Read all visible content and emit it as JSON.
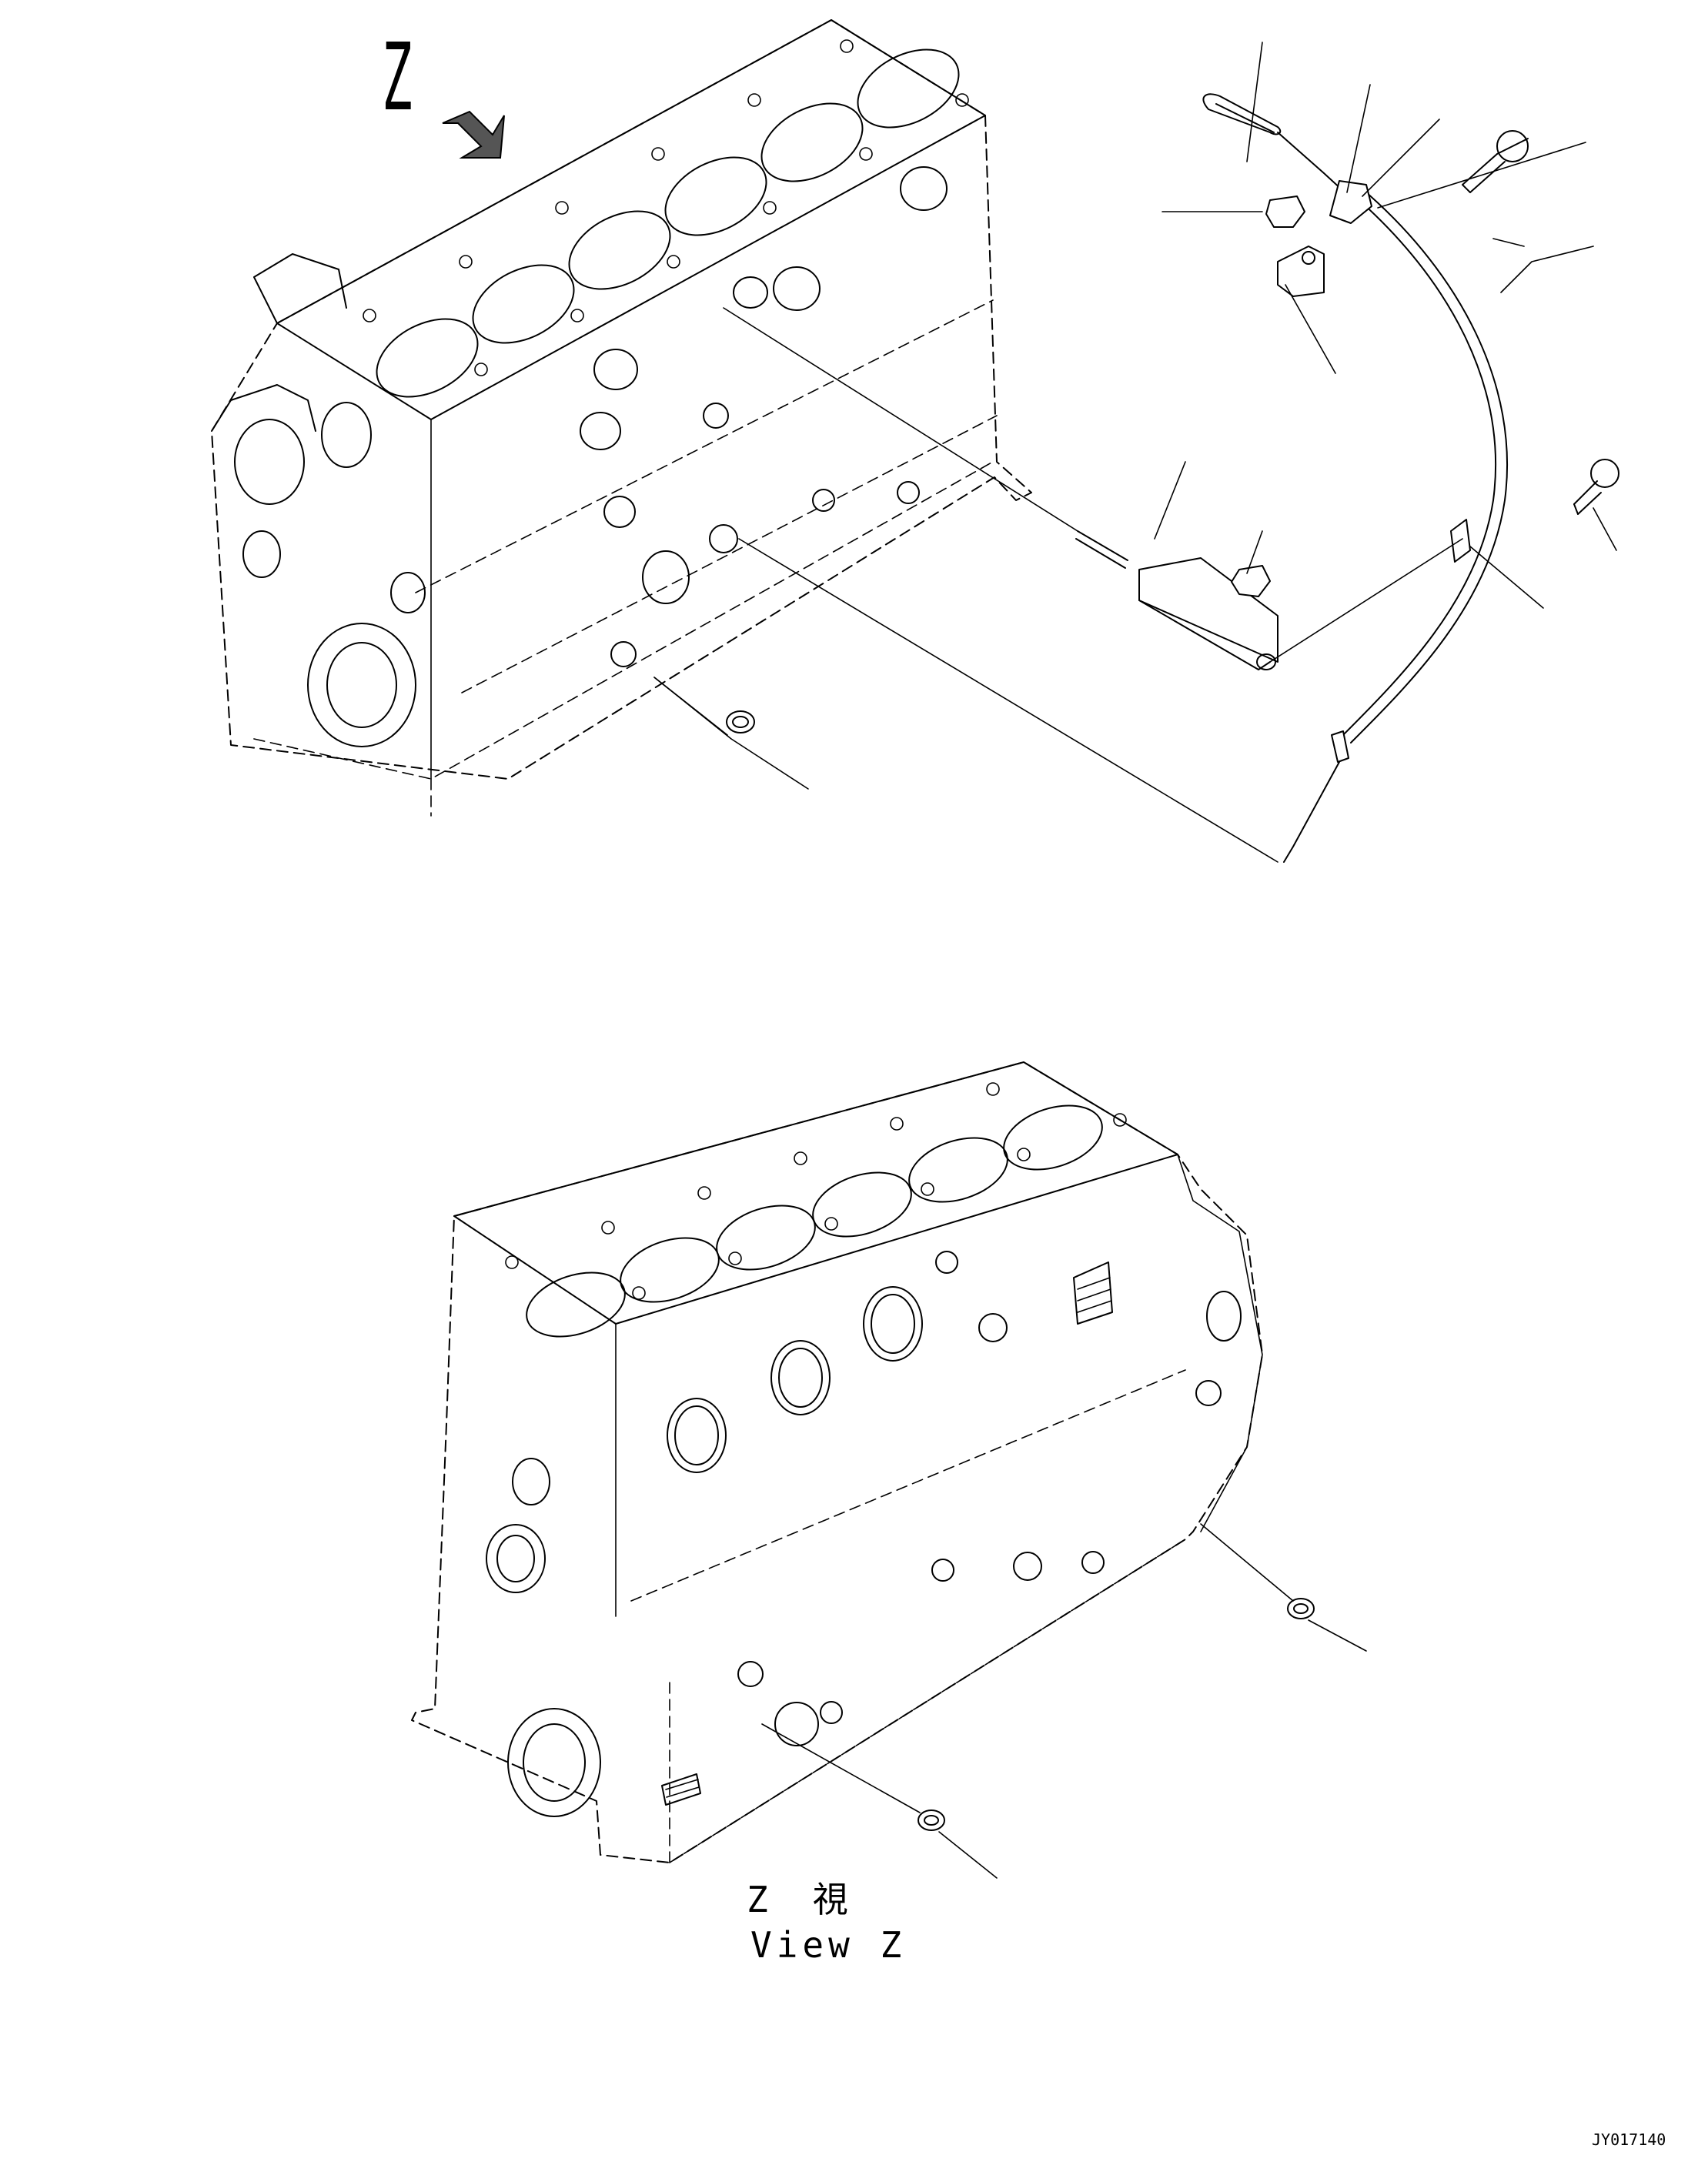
{
  "labels": {
    "view_direction": "Z",
    "view_caption_jp": "Z　視",
    "view_caption_en": "View Z",
    "figure_code": "JY017140"
  },
  "icons": {
    "view_arrow": "view-direction-arrow-icon"
  }
}
